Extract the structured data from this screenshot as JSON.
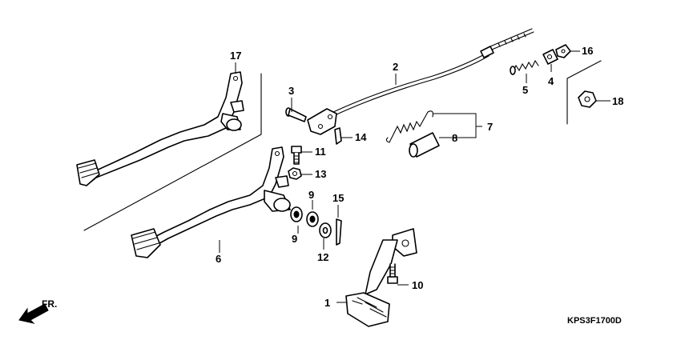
{
  "diagram": {
    "code": "KPS3F1700D",
    "direction_label": "FR.",
    "callouts": {
      "p1": "1",
      "p2": "2",
      "p3": "3",
      "p4": "4",
      "p5": "5",
      "p6": "6",
      "p7": "7",
      "p8": "8",
      "p9a": "9",
      "p9b": "9",
      "p10": "10",
      "p11": "11",
      "p12": "12",
      "p13": "13",
      "p14": "14",
      "p15": "15",
      "p16": "16",
      "p17": "17",
      "p18": "18"
    },
    "colors": {
      "line": "#000000",
      "background": "#ffffff"
    }
  }
}
